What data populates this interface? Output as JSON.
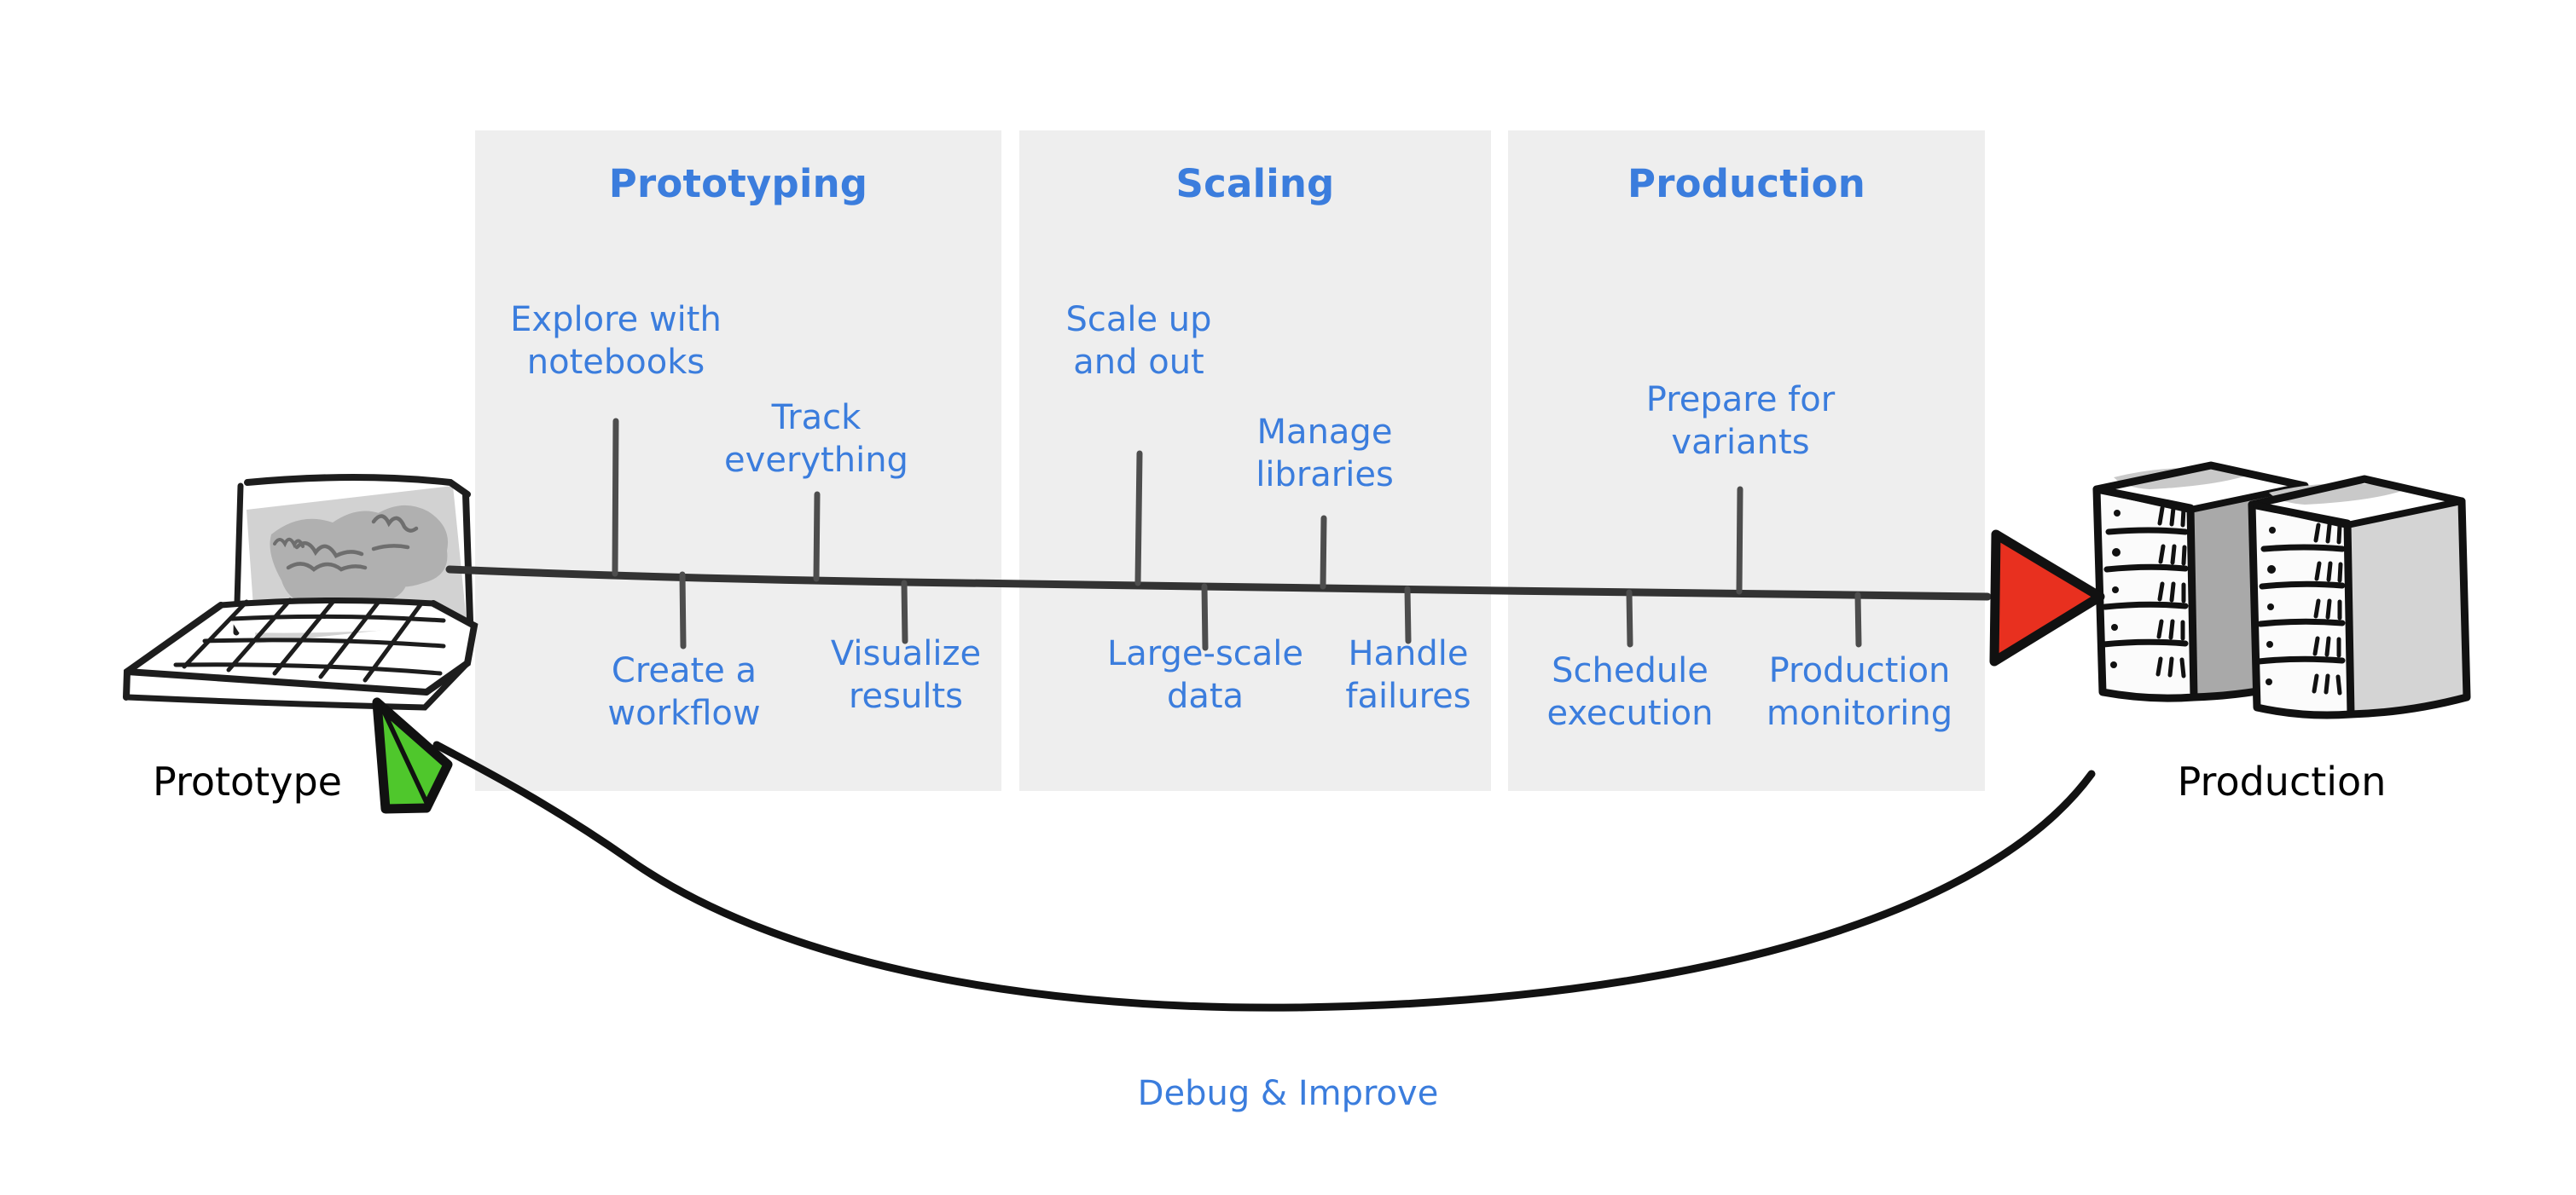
{
  "diagram": {
    "title_hidden": "",
    "colors": {
      "accent_blue": "#3b7ddd",
      "panel_gray": "#eeeeee",
      "ink_black": "#1d1d1d",
      "arrow_red": "#e8301f",
      "arrow_green": "#4fc72c",
      "screen_gray": "#d2d2d2",
      "blob_gray": "#b0b0b0"
    },
    "stages": [
      {
        "name": "prototyping",
        "title": "Prototyping"
      },
      {
        "name": "scaling",
        "title": "Scaling"
      },
      {
        "name": "production",
        "title": "Production"
      }
    ],
    "milestones_above": [
      {
        "stage": "prototyping",
        "label": "Explore with\nnotebooks"
      },
      {
        "stage": "prototyping",
        "label": "Track\neverything"
      },
      {
        "stage": "scaling",
        "label": "Scale up\nand out"
      },
      {
        "stage": "scaling",
        "label": "Manage\nlibraries"
      },
      {
        "stage": "production",
        "label": "Prepare for\nvariants"
      }
    ],
    "milestones_below": [
      {
        "stage": "prototyping",
        "label": "Create a\nworkflow"
      },
      {
        "stage": "prototyping",
        "label": "Visualize\nresults"
      },
      {
        "stage": "scaling",
        "label": "Large-scale\ndata"
      },
      {
        "stage": "scaling",
        "label": "Handle\nfailures"
      },
      {
        "stage": "production",
        "label": "Schedule\nexecution"
      },
      {
        "stage": "production",
        "label": "Production\nmonitoring"
      }
    ],
    "endpoints": {
      "left": {
        "label": "Prototype",
        "icon": "laptop-icon"
      },
      "right": {
        "label": "Production",
        "icon": "server-rack-icon"
      }
    },
    "feedback_loop": {
      "label": "Debug & Improve",
      "direction": "production-to-prototype"
    },
    "arrows": {
      "forward": {
        "name": "forward-arrowhead",
        "color": "#e8301f"
      },
      "feedback": {
        "name": "feedback-arrowhead",
        "color": "#4fc72c"
      }
    }
  }
}
